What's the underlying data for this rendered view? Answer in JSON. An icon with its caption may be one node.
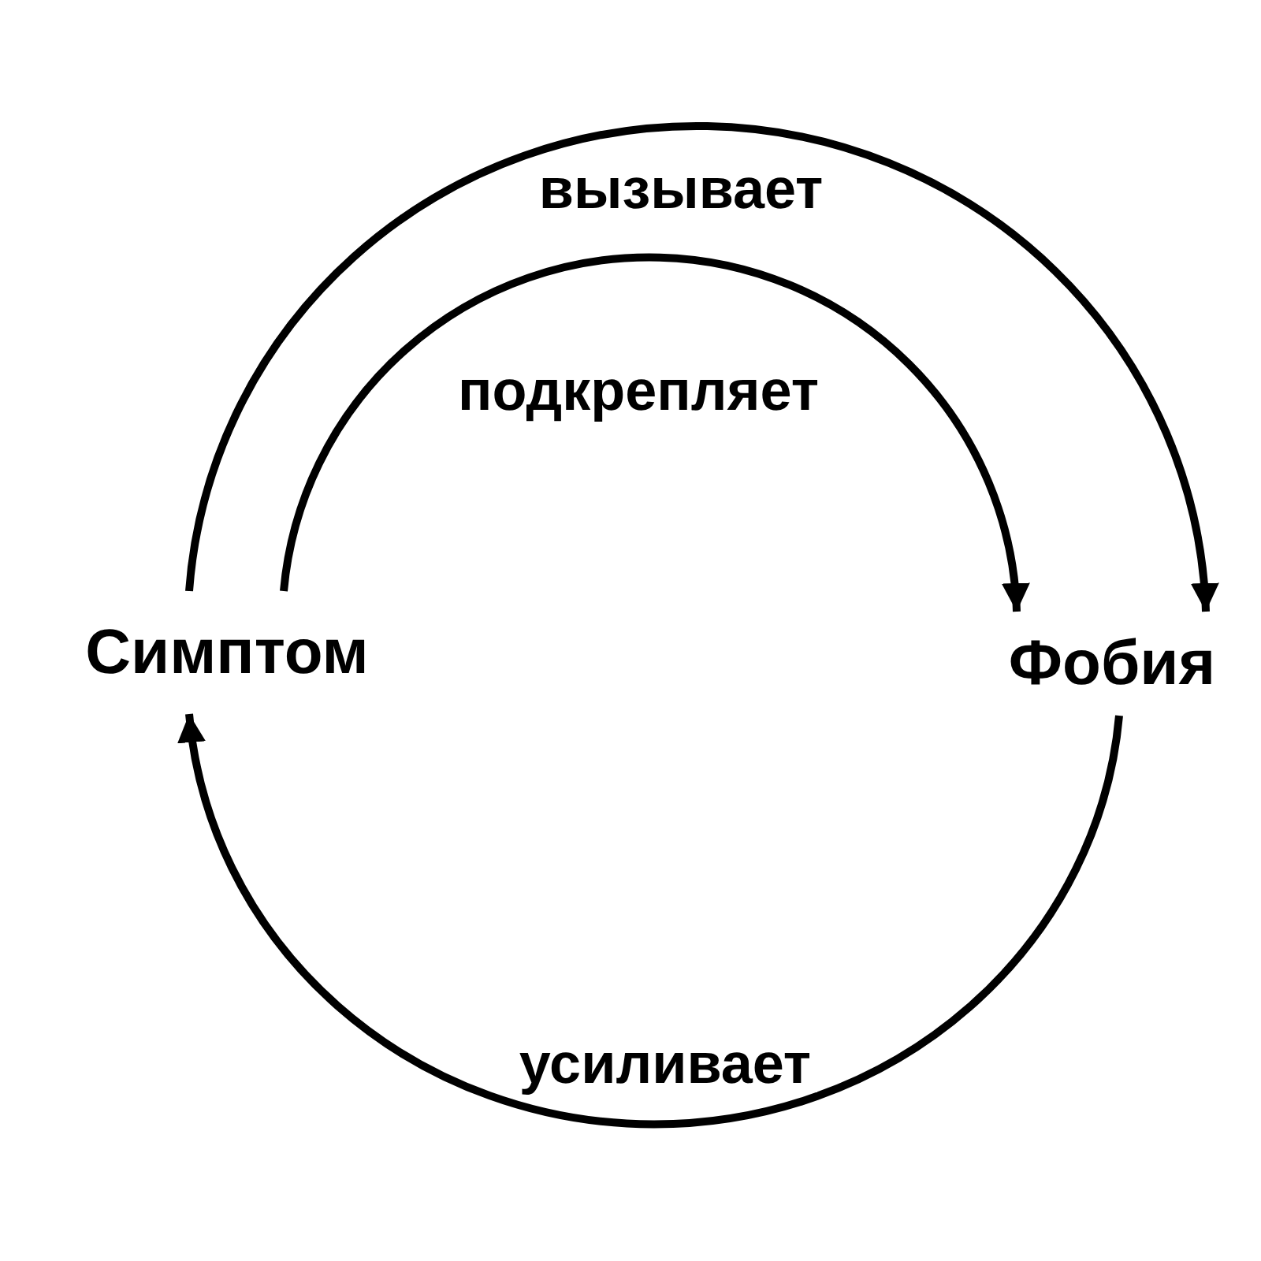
{
  "diagram": {
    "nodes": [
      {
        "text": [
          "Симптом"
        ]
      },
      {
        "text": [
          "Фобия"
        ]
      }
    ],
    "edges": [
      {
        "from": 0,
        "to": 1,
        "arrow": "to",
        "label": "вызывает"
      },
      {
        "from": 0,
        "to": 1,
        "arrow": "to",
        "label": "подкрепляет"
      },
      {
        "from": 1,
        "to": 0,
        "arrow": "to",
        "label": "усиливает"
      }
    ]
  }
}
